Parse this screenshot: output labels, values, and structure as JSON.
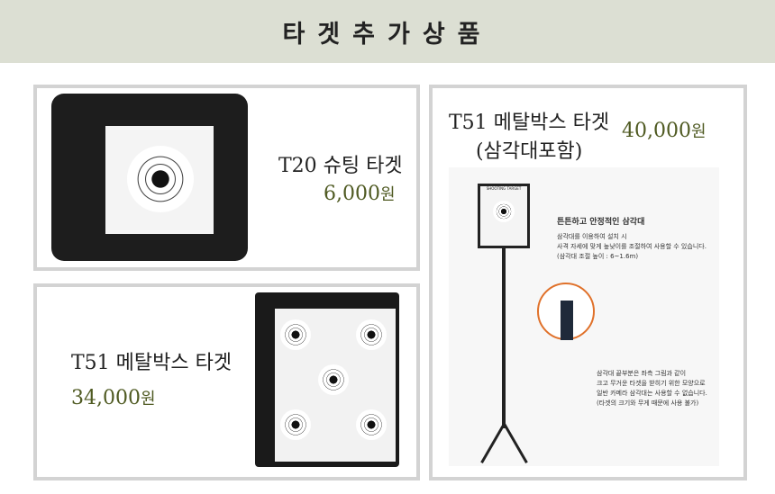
{
  "header": {
    "title": "타겟추가상품"
  },
  "products": [
    {
      "name": "T20 슈팅 타겟",
      "price": "6,000",
      "unit": "원"
    },
    {
      "name": "T51 메탈박스 타겟",
      "price": "34,000",
      "unit": "원"
    },
    {
      "name_line1": "T51 메탈박스 타겟",
      "name_line2": "(삼각대포함)",
      "price": "40,000",
      "unit": "원",
      "image_text": {
        "box_label": "SHOOTING TARGET",
        "headline": "튼튼하고 안정적인 삼각대",
        "desc1": [
          "삼각대를 이용하여 설치 시",
          "사격 자세에 맞게 높낮이를 조절하여 사용할 수 있습니다.",
          "(삼각대 조절 높이 : 6~1.6m)"
        ],
        "desc2": [
          "삼각대 끝부분은 좌측 그림과 같이",
          "크고 무거운 타겟을 받히기 위한 모양으로",
          "일반 카메라 삼각대는 사용할 수 없습니다.",
          "(타겟의 크기와 무게 때문에 사용 불가)"
        ]
      }
    }
  ],
  "colors": {
    "price": "#4f5a22",
    "header_bg": "#dcdfd3",
    "border": "#d3d3d3"
  }
}
